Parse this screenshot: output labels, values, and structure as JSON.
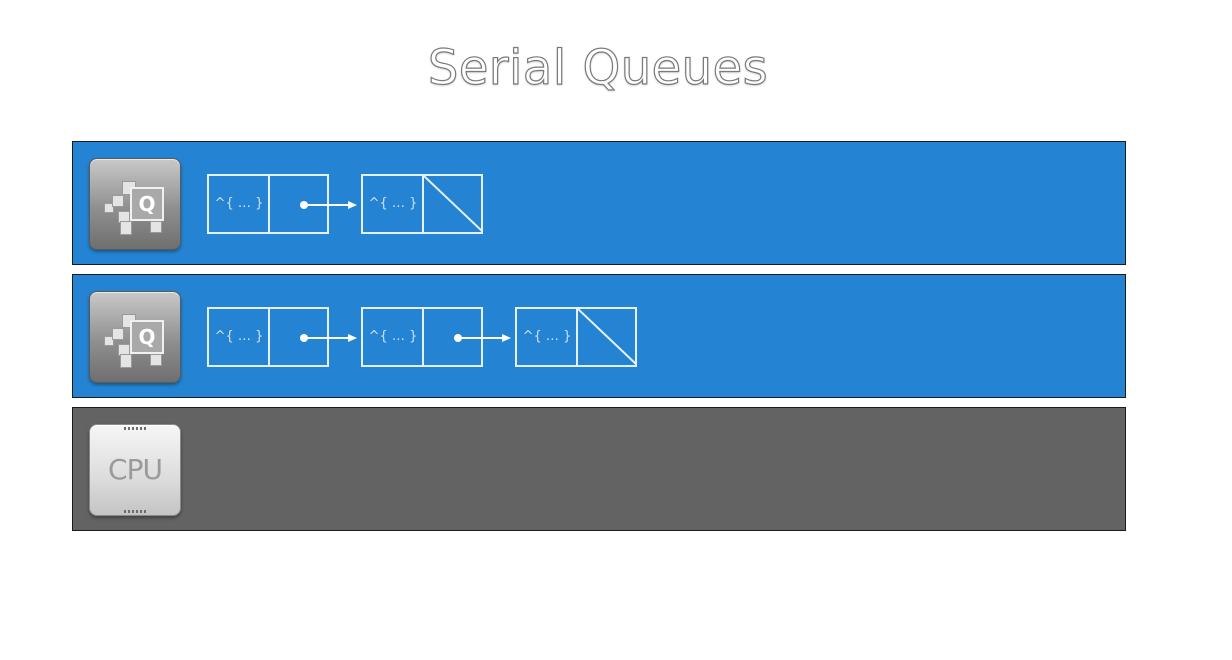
{
  "title": "Serial Queues",
  "colors": {
    "queue_lane": "#2484d3",
    "cpu_lane": "#636363",
    "block_stroke": "#e6f0fa"
  },
  "queues": [
    {
      "icon": "queue-icon",
      "icon_letter": "Q",
      "blocks": [
        {
          "code": "^{ … }",
          "terminal": false
        },
        {
          "code": "^{ … }",
          "terminal": true
        }
      ]
    },
    {
      "icon": "queue-icon",
      "icon_letter": "Q",
      "blocks": [
        {
          "code": "^{ … }",
          "terminal": false
        },
        {
          "code": "^{ … }",
          "terminal": false
        },
        {
          "code": "^{ … }",
          "terminal": true
        }
      ]
    }
  ],
  "cpu": {
    "icon": "cpu-icon",
    "label": "CPU"
  }
}
